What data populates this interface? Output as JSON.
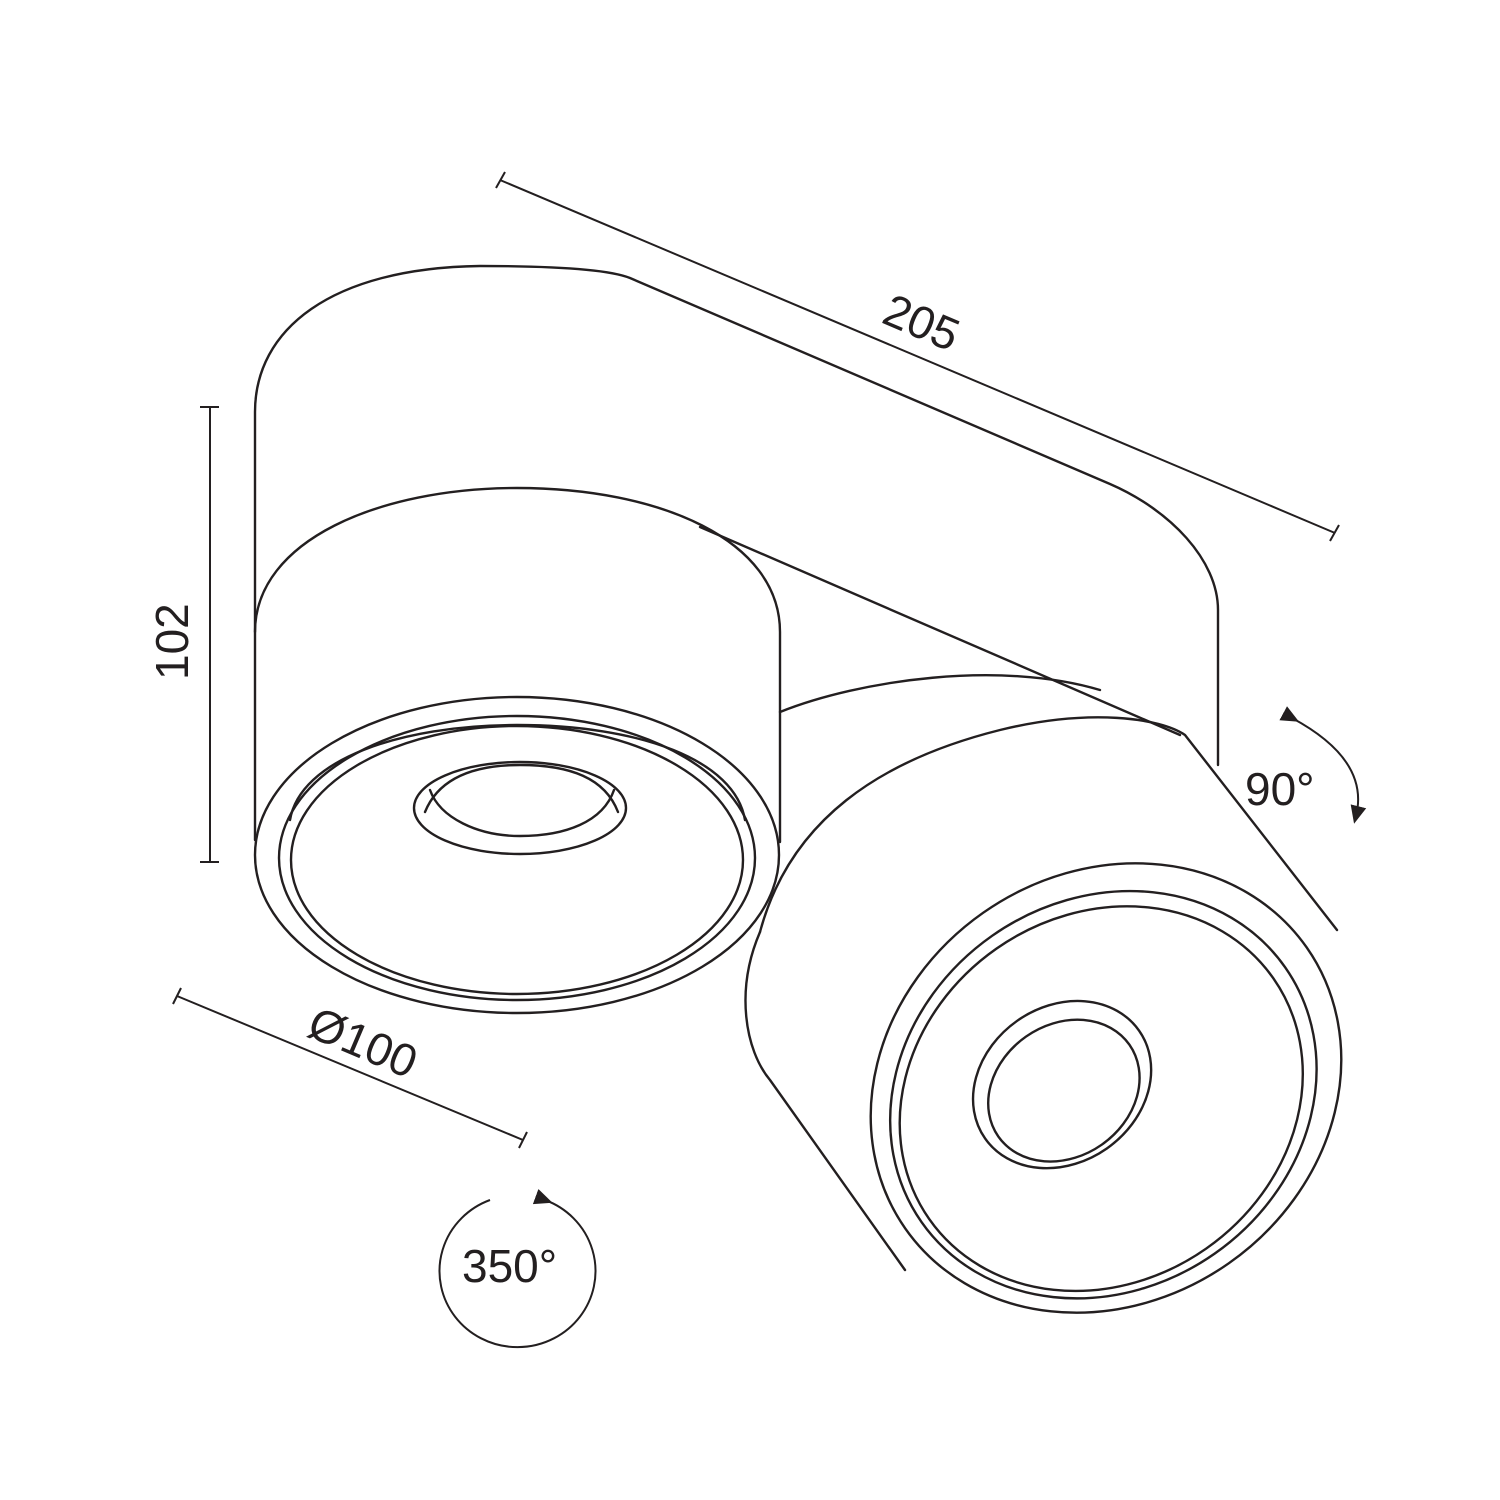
{
  "drawing": {
    "title": "Double spotlight dimension drawing",
    "stroke_color": "#231f20",
    "dimensions": {
      "length": "205",
      "height": "102",
      "diameter": "Ø100",
      "tilt_angle": "90°",
      "rotation_angle": "350°"
    }
  }
}
